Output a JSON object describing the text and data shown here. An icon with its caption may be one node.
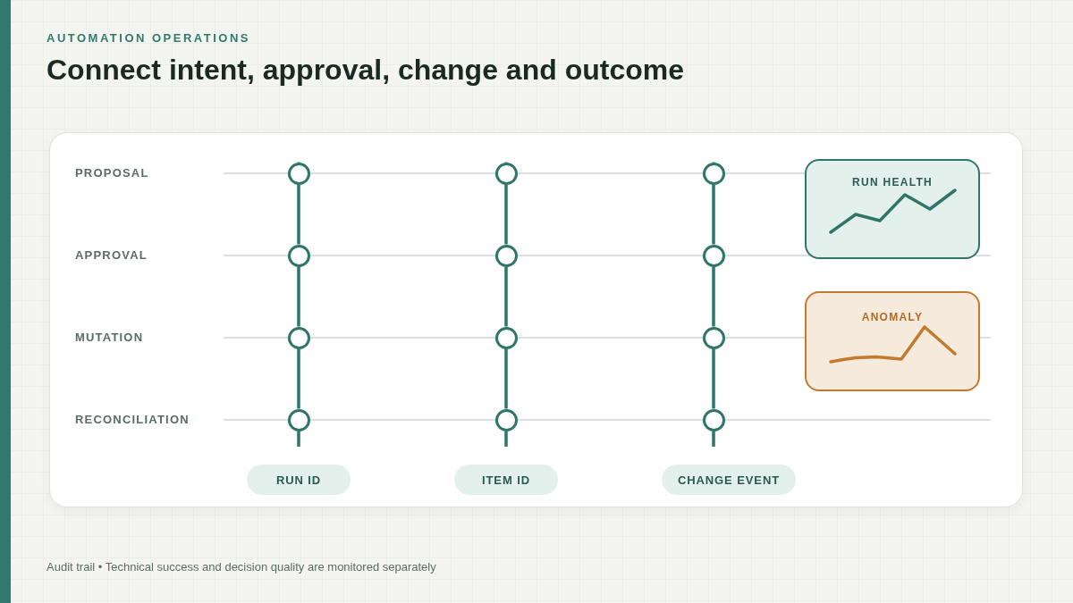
{
  "diagram": {
    "title": "Connect intent, approval, change and outcome",
    "caption": "Audit trail • Technical success and decision quality are monitored separately",
    "nodes": [
      {
        "text": [],
        "shape": "circle"
      },
      {
        "text": [],
        "shape": "circle"
      },
      {
        "text": [],
        "shape": "circle"
      },
      {
        "text": [],
        "shape": "circle"
      },
      {
        "text": [],
        "shape": "circle"
      },
      {
        "text": [],
        "shape": "circle"
      },
      {
        "text": [],
        "shape": "circle"
      },
      {
        "text": [],
        "shape": "circle"
      },
      {
        "text": [],
        "shape": "circle"
      },
      {
        "text": [],
        "shape": "circle"
      },
      {
        "text": [],
        "shape": "circle"
      },
      {
        "text": [],
        "shape": "circle"
      },
      {
        "text": [
          "RUN HEALTH"
        ]
      },
      {
        "text": [
          "ANOMALY"
        ]
      },
      {
        "text": [
          "RUN ID"
        ]
      },
      {
        "text": [
          "ITEM ID"
        ]
      },
      {
        "text": [
          "CHANGE EVENT"
        ]
      }
    ],
    "edges": [
      {
        "from": 0,
        "to": 3,
        "arrow": "none"
      },
      {
        "from": 3,
        "to": 6,
        "arrow": "none"
      },
      {
        "from": 6,
        "to": 9,
        "arrow": "none"
      },
      {
        "from": 1,
        "to": 4,
        "arrow": "none"
      },
      {
        "from": 4,
        "to": 7,
        "arrow": "none"
      },
      {
        "from": 7,
        "to": 10,
        "arrow": "none"
      },
      {
        "from": 2,
        "to": 5,
        "arrow": "none"
      },
      {
        "from": 5,
        "to": 8,
        "arrow": "none"
      },
      {
        "from": 8,
        "to": 11,
        "arrow": "none"
      }
    ],
    "labels": [
      "AUTOMATION OPERATIONS",
      "PROPOSAL",
      "APPROVAL",
      "MUTATION",
      "RECONCILIATION"
    ]
  }
}
